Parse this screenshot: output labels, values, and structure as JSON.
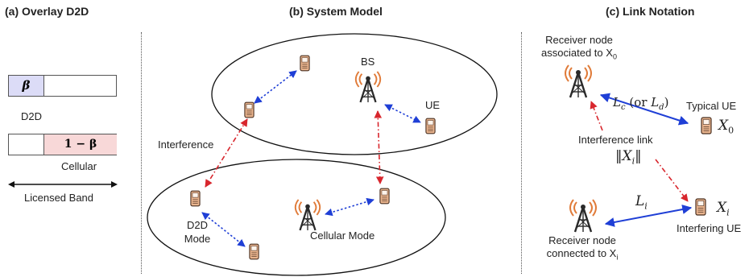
{
  "panels": {
    "a": {
      "title": "(a) Overlay D2D",
      "beta_label": "β",
      "d2d_label": "D2D",
      "one_minus_beta_label": "1 − β",
      "cellular_label": "Cellular",
      "licensed_band_label": "Licensed Band"
    },
    "b": {
      "title": "(b) System Model",
      "bs_label": "BS",
      "ue_label": "UE",
      "interference_label": "Interference",
      "d2d_mode_label_line1": "D2D",
      "d2d_mode_label_line2": "Mode",
      "cellular_mode_label": "Cellular Mode"
    },
    "c": {
      "title": "(c) Link Notation",
      "receiver_assoc_line1": "Receiver node",
      "receiver_assoc_line2": "associated to X",
      "receiver_assoc_sub": "0",
      "link_lc_label": "L",
      "link_lc_sub": "c",
      "link_or_label": "(or ",
      "link_ld_label": "L",
      "link_ld_sub": "d",
      "link_close": ")",
      "typical_ue_label": "Typical UE",
      "x0_label": "X",
      "x0_sub": "0",
      "interference_link_label": "Interference link",
      "norm_label": "‖X",
      "norm_sub": "i",
      "norm_close": "‖",
      "li_label": "L",
      "li_sub": "i",
      "xi_label": "X",
      "xi_sub": "i",
      "interfering_ue_label": "Interfering UE",
      "receiver_conn_line1": "Receiver node",
      "receiver_conn_line2": "connected to X",
      "receiver_conn_sub": "i"
    }
  },
  "colors": {
    "beta_fill": "#dcdcf7",
    "one_minus_beta_fill": "#f8d8d8",
    "link_blue": "#1f3fd6",
    "interference_red": "#d8262d",
    "tower_dark": "#2a2a2a",
    "tower_waves": "#e07b39",
    "phone_fill": "#e9b48e"
  },
  "icons": {
    "phone": "mobile-phone-icon",
    "tower": "cell-tower-icon"
  }
}
